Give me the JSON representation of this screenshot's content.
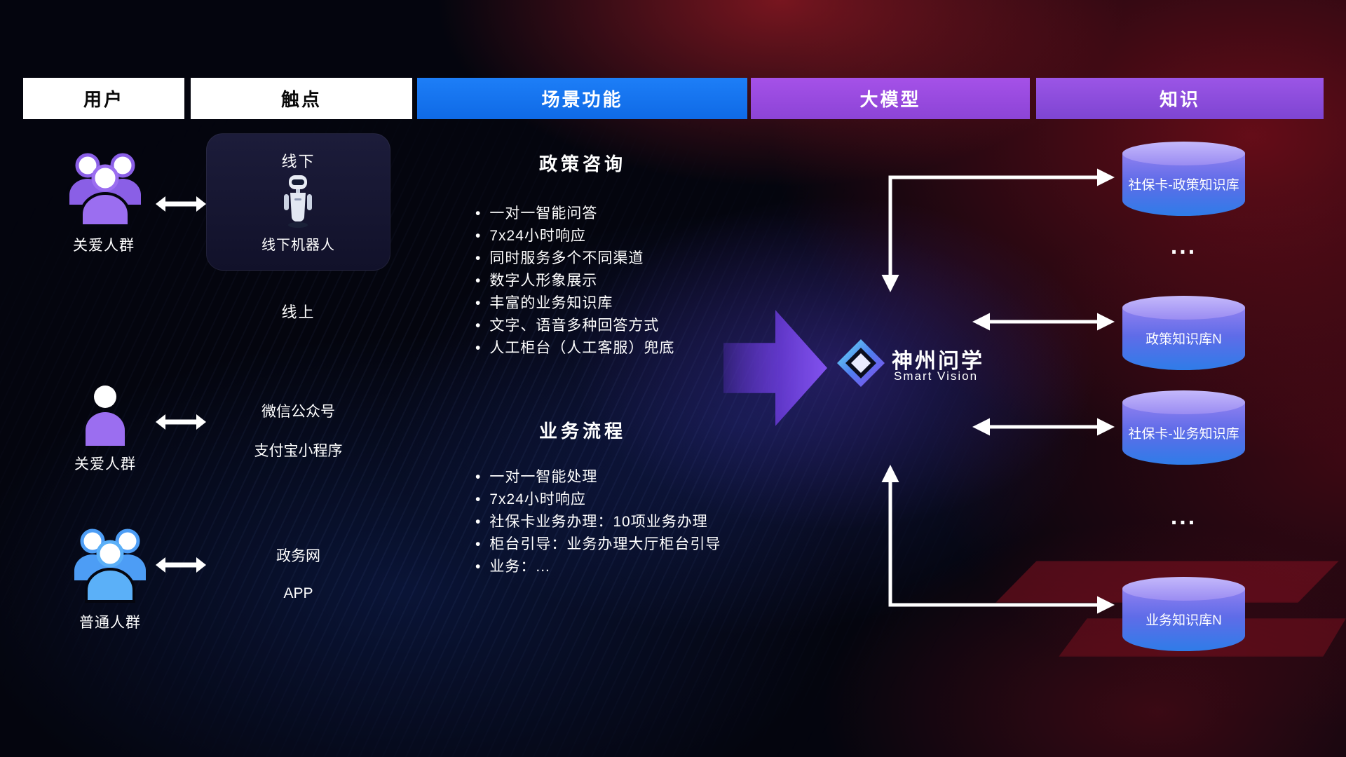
{
  "header": {
    "users": "用户",
    "touchpoints": "触点",
    "scenarios": "场景功能",
    "model": "大模型",
    "knowledge": "知识"
  },
  "users": {
    "group1_label": "关爱人群",
    "group2_label": "关爱人群",
    "group3_label": "普通人群"
  },
  "touchpoints": {
    "offline_title": "线下",
    "offline_robot": "线下机器人",
    "online_title": "线上",
    "wechat": "微信公众号",
    "alipay": "支付宝小程序",
    "gov_web": "政务网",
    "app": "APP"
  },
  "scenarios": {
    "policy": {
      "title": "政策咨询",
      "items": [
        "一对一智能问答",
        "7x24小时响应",
        "同时服务多个不同渠道",
        "数字人形象展示",
        "丰富的业务知识库",
        "文字、语音多种回答方式",
        "人工柜台（人工客服）兜底"
      ]
    },
    "business": {
      "title": "业务流程",
      "items": [
        "一对一智能处理",
        "7x24小时响应",
        "社保卡业务办理：10项业务办理",
        "柜台引导：业务办理大厅柜台引导",
        "业务：..."
      ]
    }
  },
  "model": {
    "name": "神州问学",
    "subtitle": "Smart Vision"
  },
  "knowledge": {
    "db1": "社保卡-政策知识库",
    "ellipsis1": "...",
    "db2": "政策知识库N",
    "db3": "社保卡-业务知识库",
    "ellipsis2": "...",
    "db4": "业务知识库N"
  },
  "icons": {
    "care_group": "people-group-icon",
    "single_user": "person-icon",
    "general_group": "people-group-icon",
    "bidirectional": "double-arrow-icon",
    "robot": "robot-icon",
    "flow": "flow-arrow-icon",
    "logo": "smart-vision-logo-icon",
    "knowledge_db": "database-cylinder-icon"
  },
  "colors": {
    "header_blue": "#1374f0",
    "header_purple": "#9b4fe0",
    "accent_purple": "#8a5fe6",
    "accent_blue": "#4d9df5",
    "cylinder_top": "#b3a6f7",
    "cylinder_body_bottom": "#2e7de8",
    "bg_red": "#a1121e",
    "arrow_white": "#ffffff"
  }
}
